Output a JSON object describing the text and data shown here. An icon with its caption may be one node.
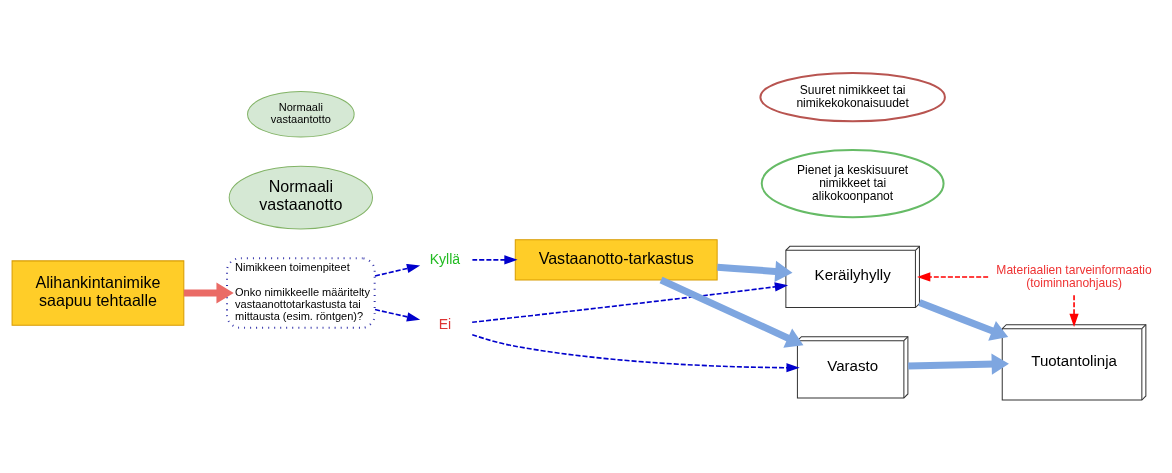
{
  "diagram": {
    "nodes": [
      {
        "text": [
          "Alihankintanimike saapuu tehtaalle"
        ]
      },
      {
        "text": [
          "Nimikkeen toimenpiteet",
          "Onko nimikkeelle määritelty vastaanottotarkastusta tai mittausta (esim. röntgen)?"
        ]
      },
      {
        "text": [
          "Ei"
        ]
      },
      {
        "text": [
          "Normaali vastaanotto"
        ]
      },
      {
        "text": [
          "Kyllä"
        ]
      },
      {
        "text": [
          "Vastaanotto-tarkastus"
        ]
      },
      {
        "text": [
          "Normaali vastaantotto"
        ]
      },
      {
        "text": [
          "Pienet ja keskisuuret nimikkeet tai alikokoonpanot"
        ]
      },
      {
        "text": [
          "Keräilyhylly"
        ]
      },
      {
        "text": [
          "Varasto"
        ]
      },
      {
        "text": [
          "Suuret nimikkeet tai nimikekokonaisuudet"
        ]
      },
      {
        "text": [
          "Materiaalien tarveinformaatio (toiminnanohjaus)"
        ]
      },
      {
        "text": [
          "Tuotantolinja"
        ]
      }
    ],
    "edges": [
      {
        "from": 0,
        "to": 1,
        "arrow": "to",
        "style": "thick",
        "color": "#ea6b66"
      },
      {
        "from": 1,
        "to": 2,
        "arrow": "to",
        "style": "dashed",
        "color": "#0000cc"
      },
      {
        "from": 2,
        "to": 8,
        "arrow": "to",
        "style": "dashed",
        "color": "#0000cc"
      },
      {
        "from": 2,
        "to": 9,
        "arrow": "to",
        "style": "dashed",
        "color": "#0000cc"
      },
      {
        "from": 1,
        "to": 4,
        "arrow": "to",
        "style": "dashed",
        "color": "#0000cc"
      },
      {
        "from": 4,
        "to": 5,
        "arrow": "to",
        "style": "dashed",
        "color": "#0000cc"
      },
      {
        "from": 5,
        "to": 8,
        "arrow": "to",
        "style": "thick",
        "color": "#7ea6e0"
      },
      {
        "from": 5,
        "to": 9,
        "arrow": "to",
        "style": "thick",
        "color": "#7ea6e0"
      },
      {
        "from": 8,
        "to": 12,
        "arrow": "to",
        "style": "thick",
        "color": "#7ea6e0"
      },
      {
        "from": 9,
        "to": 12,
        "arrow": "to",
        "style": "thick",
        "color": "#7ea6e0"
      },
      {
        "from": 11,
        "to": 8,
        "arrow": "to",
        "style": "dashed",
        "color": "#ff0000"
      },
      {
        "from": 11,
        "to": 12,
        "arrow": "to",
        "style": "dashed",
        "color": "#ff0000"
      }
    ]
  }
}
